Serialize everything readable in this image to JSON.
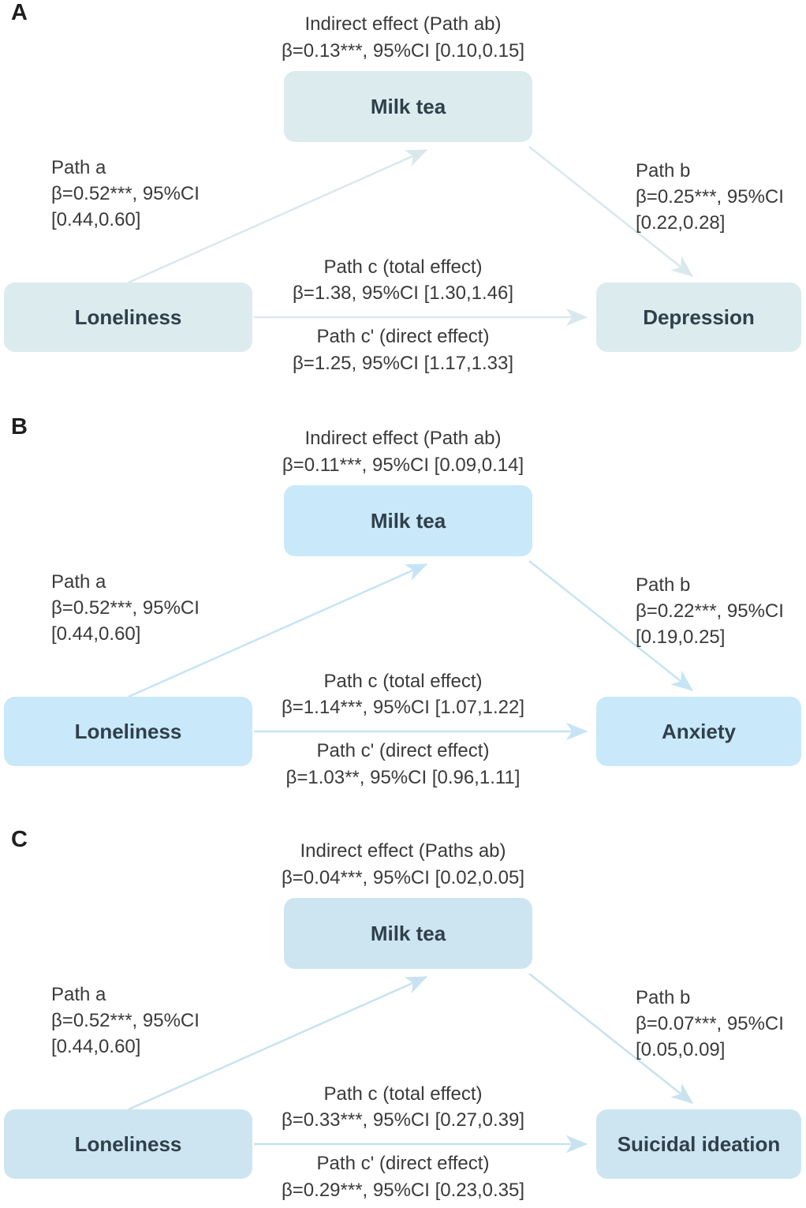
{
  "figure": {
    "description": "Mediation path diagrams: milk tea consumption mediating the association of loneliness with mental-health outcomes",
    "text_color": "#3a3a3a",
    "panels": [
      {
        "label": "A",
        "indirect": {
          "title": "Indirect effect (Path ab)",
          "stat": "β=0.13***, 95%CI [0.10,0.15]"
        },
        "mediator": "Milk tea",
        "predictor": "Loneliness",
        "outcome": "Depression",
        "path_a": {
          "title": "Path a",
          "stat1": "β=0.52***, 95%CI",
          "stat2": "[0.44,0.60]"
        },
        "path_b": {
          "title": "Path b",
          "stat1": "β=0.25***, 95%CI",
          "stat2": "[0.22,0.28]"
        },
        "path_c": {
          "title": "Path c (total effect)",
          "stat": "β=1.38, 95%CI [1.30,1.46]"
        },
        "path_c_prime": {
          "title": "Path c' (direct effect)",
          "stat": "β=1.25, 95%CI [1.17,1.33]"
        },
        "colors": {
          "box": "#dcebee",
          "arrow": "#d9e8ec"
        }
      },
      {
        "label": "B",
        "indirect": {
          "title": "Indirect effect (Path ab)",
          "stat": "β=0.11***, 95%CI [0.09,0.14]"
        },
        "mediator": "Milk tea",
        "predictor": "Loneliness",
        "outcome": "Anxiety",
        "path_a": {
          "title": "Path a",
          "stat1": "β=0.52***, 95%CI",
          "stat2": "[0.44,0.60]"
        },
        "path_b": {
          "title": "Path b",
          "stat1": "β=0.22***, 95%CI",
          "stat2": "[0.19,0.25]"
        },
        "path_c": {
          "title": "Path c (total effect)",
          "stat": "β=1.14***, 95%CI [1.07,1.22]"
        },
        "path_c_prime": {
          "title": "Path c' (direct effect)",
          "stat": "β=1.03**, 95%CI [0.96,1.11]"
        },
        "colors": {
          "box": "#c9e8fa",
          "arrow": "#c6e4f6"
        }
      },
      {
        "label": "C",
        "indirect": {
          "title": "Indirect effect (Paths ab)",
          "stat": "β=0.04***, 95%CI [0.02,0.05]"
        },
        "mediator": "Milk tea",
        "predictor": "Loneliness",
        "outcome": "Suicidal ideation",
        "path_a": {
          "title": "Path a",
          "stat1": "β=0.52***, 95%CI",
          "stat2": "[0.44,0.60]"
        },
        "path_b": {
          "title": "Path b",
          "stat1": "β=0.07***, 95%CI",
          "stat2": "[0.05,0.09]"
        },
        "path_c": {
          "title": "Path c (total effect)",
          "stat": "β=0.33***, 95%CI [0.27,0.39]"
        },
        "path_c_prime": {
          "title": "Path c' (direct effect)",
          "stat": "β=0.29***, 95%CI [0.23,0.35]"
        },
        "colors": {
          "box": "#cde5f1",
          "arrow": "#c8e2f1"
        }
      }
    ]
  }
}
